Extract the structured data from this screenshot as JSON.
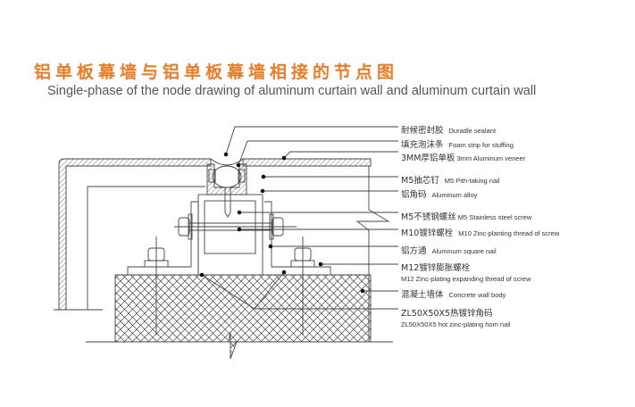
{
  "title": "铝单板幕墙与铝单板幕墙相接的节点图",
  "subtitle": "Single-phase of the node drawing of aluminum curtain wall and aluminum curtain wall",
  "labels": [
    {
      "zh": "耐候密封胶",
      "en": "Duradle sealant"
    },
    {
      "zh": "填充泡沫条",
      "en": "Foam strip for stuffing"
    },
    {
      "zh": "3MM厚铝单板",
      "en": "3mm Aluminum veneer"
    },
    {
      "zh": "M5抽芯钉",
      "en": "M5 Pith-taking nail"
    },
    {
      "zh": "铝角码",
      "en": "Aluminum alloy"
    },
    {
      "zh": "M5不锈钢螺丝",
      "en": "M5 Stainless steel screw"
    },
    {
      "zh": "M10镀锌螺栓",
      "en": "M10 Zinc-planting thread of screw"
    },
    {
      "zh": "铝方通",
      "en": "Aluminum square nail"
    },
    {
      "zh": "M12镀锌膨胀螺栓",
      "en": "M12 Zinc-plating expanding thread of screw"
    },
    {
      "zh": "混凝土墙体",
      "en": "Concrete wall body"
    },
    {
      "zh": "ZL50X50X5热镀锌角码",
      "en": "ZL50X50X5 hot zinc-plating hom nail"
    }
  ],
  "colors": {
    "title": "#f07a22",
    "line": "#444444"
  }
}
